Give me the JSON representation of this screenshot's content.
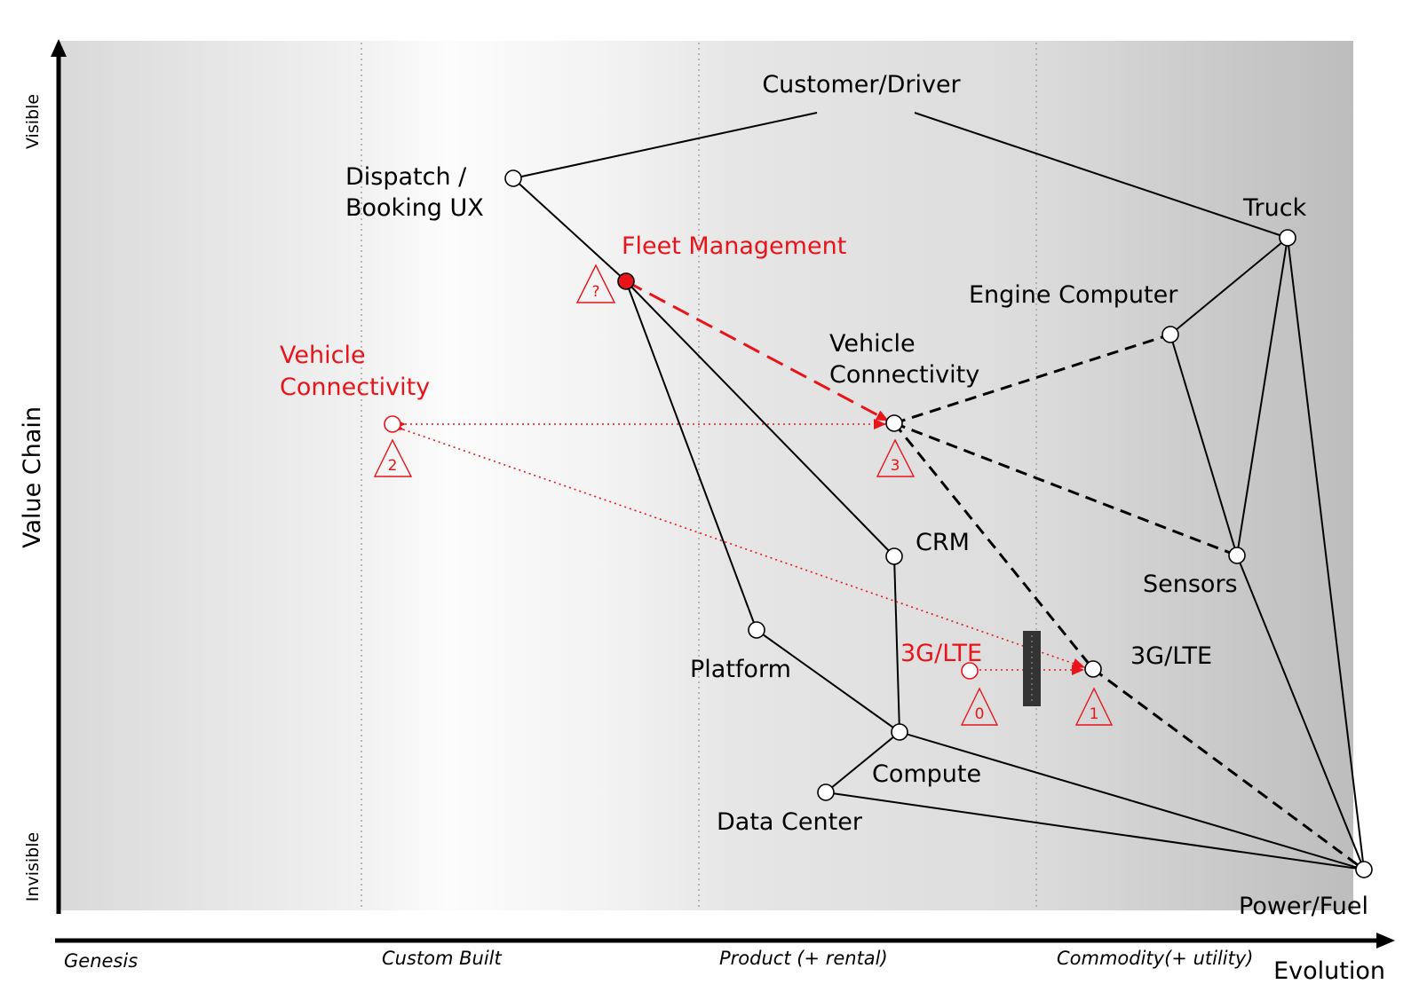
{
  "axes": {
    "y_label": "Value Chain",
    "y_top": "Visible",
    "y_bottom": "Invisible",
    "x_label": "Evolution",
    "stages": [
      "Genesis",
      "Custom Built",
      "Product (+ rental)",
      "Commodity(+ utility)"
    ]
  },
  "nodes": {
    "customer": {
      "label": "Customer/Driver"
    },
    "dispatch": {
      "label_1": "Dispatch /",
      "label_2": "Booking UX"
    },
    "fleet": {
      "label": "Fleet Management"
    },
    "vc_old": {
      "label_1": "Vehicle",
      "label_2": "Connectivity"
    },
    "vc": {
      "label_1": "Vehicle",
      "label_2": "Connectivity"
    },
    "engine": {
      "label": "Engine Computer"
    },
    "truck": {
      "label": "Truck"
    },
    "crm": {
      "label": "CRM"
    },
    "sensors": {
      "label": "Sensors"
    },
    "platform": {
      "label": "Platform"
    },
    "lte_old": {
      "label": "3G/LTE"
    },
    "lte": {
      "label": "3G/LTE"
    },
    "compute": {
      "label": "Compute"
    },
    "datacenter": {
      "label": "Data Center"
    },
    "power": {
      "label": "Power/Fuel"
    }
  },
  "markers": {
    "t_fleet": "?",
    "t_vc_old": "2",
    "t_vc": "3",
    "t_lte_old": "0",
    "t_lte": "1"
  },
  "colors": {
    "accent": "#e8141a",
    "ink": "#000000"
  }
}
